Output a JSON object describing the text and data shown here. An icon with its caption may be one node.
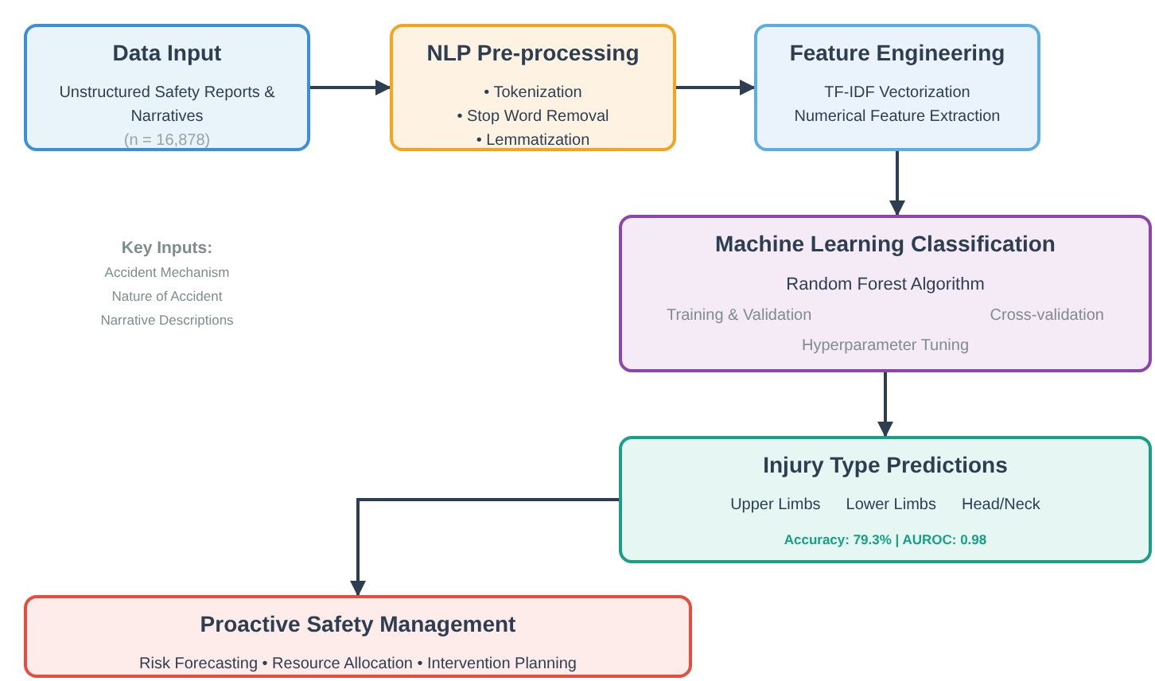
{
  "diagram": {
    "nodes": [
      {
        "text": [
          "Data Input",
          "Unstructured Safety Reports & Narratives",
          "(n = 16,878)"
        ]
      },
      {
        "text": [
          "NLP Pre-processing",
          "• Tokenization",
          "• Stop Word Removal",
          "• Lemmatization"
        ]
      },
      {
        "text": [
          "Feature Engineering",
          "TF-IDF Vectorization",
          "Numerical Feature Extraction"
        ]
      },
      {
        "text": [
          "Machine Learning Classification",
          "Random Forest Algorithm",
          "Training & Validation",
          "Cross-validation",
          "Hyperparameter Tuning"
        ]
      },
      {
        "text": [
          "Injury Type Predictions",
          "Upper Limbs",
          "Lower Limbs",
          "Head/Neck",
          "Accuracy: 79.3% | AUROC: 0.98"
        ]
      },
      {
        "text": [
          "Proactive Safety Management",
          "Risk Forecasting • Resource Allocation • Intervention Planning"
        ]
      }
    ],
    "edges": [
      {
        "from": 0,
        "to": 1,
        "arrow": "to"
      },
      {
        "from": 1,
        "to": 2,
        "arrow": "to"
      },
      {
        "from": 2,
        "to": 3,
        "arrow": "to"
      },
      {
        "from": 3,
        "to": 4,
        "arrow": "to"
      },
      {
        "from": 4,
        "to": 5,
        "arrow": "to"
      }
    ],
    "labels": [
      "Key Inputs:",
      "Accident Mechanism",
      "Nature of Accident",
      "Narrative Descriptions"
    ]
  }
}
